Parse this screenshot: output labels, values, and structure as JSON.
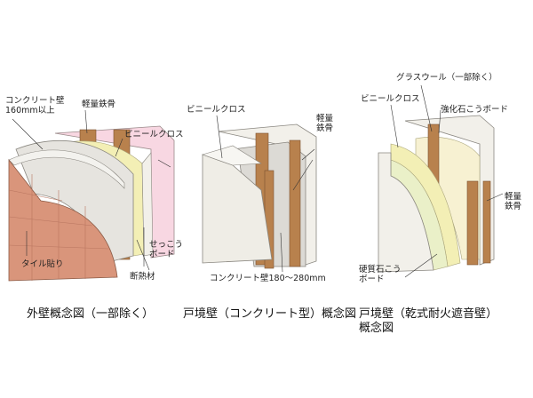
{
  "diagrams": [
    {
      "caption": "外壁概念図（一部除く）",
      "labels": {
        "concrete_wall_line1": "コンクリート壁",
        "concrete_wall_line2": "160mm以上",
        "light_steel": "軽量鉄骨",
        "vinyl_cloth": "ビニールクロス",
        "tile": "タイル貼り",
        "gypsum_board_line1": "せっこう",
        "gypsum_board_line2": "ボード",
        "insulation": "断熱材"
      }
    },
    {
      "caption": "戸境壁（コンクリート型）概念図",
      "labels": {
        "vinyl_cloth": "ビニールクロス",
        "light_steel_line1": "軽量",
        "light_steel_line2": "鉄骨",
        "concrete_wall": "コンクリート壁180～280mm"
      }
    },
    {
      "caption_line1": "戸境壁（乾式耐火遮音壁）",
      "caption_line2": "概念図",
      "labels": {
        "glass_wool": "グラスウール（一部除く）",
        "vinyl_cloth": "ビニールクロス",
        "reinforced_gypsum": "強化石こうボード",
        "light_steel_line1": "軽量",
        "light_steel_line2": "鉄骨",
        "hard_gypsum_line1": "硬質石こう",
        "hard_gypsum_line2": "ボード"
      }
    }
  ],
  "colors": {
    "tile": "#d9957b",
    "concrete": "#e6e4df",
    "steel": "#b8814d",
    "insulation": "#f3efb5",
    "vinyl": "#f8d7e2",
    "gypsum": "#f2f0ea"
  }
}
